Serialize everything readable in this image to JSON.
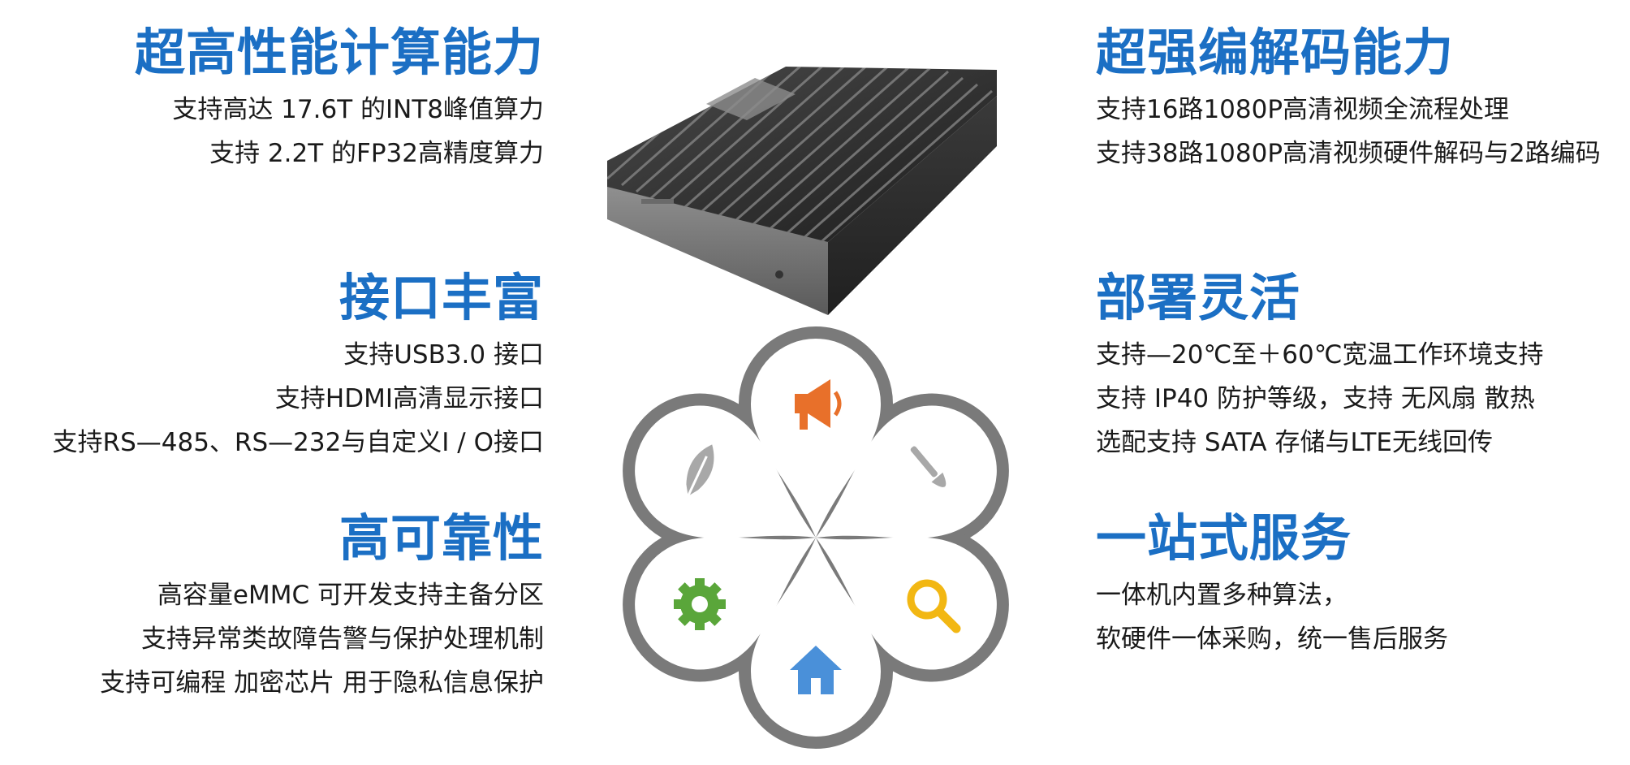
{
  "left": [
    {
      "heading": "超高性能计算能力",
      "lines": [
        "支持高达 17.6T 的INT8峰值算力",
        "支持 2.2T 的FP32高精度算力"
      ]
    },
    {
      "heading": "接口丰富",
      "lines": [
        "支持USB3.0 接口",
        "支持HDMI高清显示接口",
        "支持RS—485、RS—232与自定义I / O接口"
      ]
    },
    {
      "heading": "高可靠性",
      "lines": [
        "高容量eMMC 可开发支持主备分区",
        "支持异常类故障告警与保护处理机制",
        "支持可编程 加密芯片 用于隐私信息保护"
      ]
    }
  ],
  "right": [
    {
      "heading": "超强编解码能力",
      "lines": [
        "支持16路1080P高清视频全流程处理",
        "支持38路1080P高清视频硬件解码与2路编码"
      ]
    },
    {
      "heading": "部署灵活",
      "lines": [
        "支持—20℃至＋60℃宽温工作环境支持",
        "支持 IP40 防护等级，支持 无风扇 散热",
        "选配支持 SATA 存储与LTE无线回传"
      ]
    },
    {
      "heading": "一站式服务",
      "lines": [
        "一体机内置多种算法，",
        "软硬件一体采购，统一售后服务"
      ]
    }
  ],
  "colors": {
    "heading": "#1b6fc4",
    "petal": "#7a7a7a",
    "megaphone": "#e8702a",
    "feather": "#a8a8a8",
    "brush": "#a8a8a8",
    "gear": "#5aa63a",
    "search": "#f2b713",
    "home": "#4a90d9"
  },
  "icons": [
    "megaphone-icon",
    "brush-icon",
    "search-icon",
    "home-icon",
    "gear-icon",
    "feather-icon"
  ]
}
